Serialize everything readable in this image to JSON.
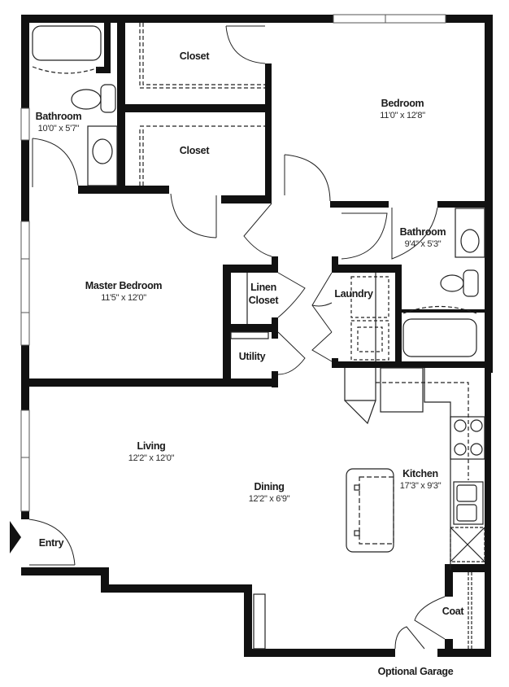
{
  "plan": {
    "wall_color": "#111111",
    "line_color": "#333333",
    "background": "#ffffff"
  },
  "rooms": {
    "bathroom1": {
      "name": "Bathroom",
      "dim": "10'0\" x 5'7\""
    },
    "closet1": {
      "name": "Closet"
    },
    "closet2": {
      "name": "Closet"
    },
    "bedroom": {
      "name": "Bedroom",
      "dim": "11'0\" x 12'8\""
    },
    "bathroom2": {
      "name": "Bathroom",
      "dim": "9'4\" x 5'3\""
    },
    "master_bedroom": {
      "name": "Master Bedroom",
      "dim": "11'5\" x 12'0\""
    },
    "linen_closet": {
      "name_line1": "Linen",
      "name_line2": "Closet"
    },
    "utility": {
      "name": "Utility"
    },
    "laundry": {
      "name": "Laundry"
    },
    "living": {
      "name": "Living",
      "dim": "12'2\" x 12'0\""
    },
    "dining": {
      "name": "Dining",
      "dim": "12'2\" x 6'9\""
    },
    "kitchen": {
      "name": "Kitchen",
      "dim": "17'3\" x 9'3\""
    },
    "entry": {
      "name": "Entry"
    },
    "coat": {
      "name": "Coat"
    },
    "optional_garage": {
      "name": "Optional Garage"
    }
  },
  "icons": {
    "entry_arrow": "entry-arrow-icon"
  }
}
